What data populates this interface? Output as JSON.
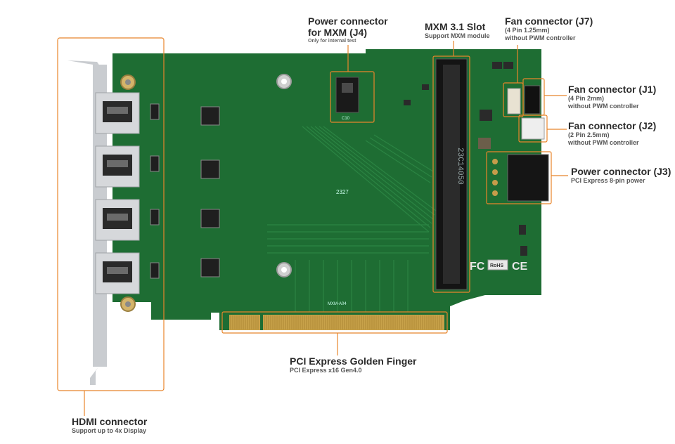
{
  "colors": {
    "accent": "#e8852b",
    "pcb": "#1e6d33",
    "pcb_dark": "#16542a",
    "gold": "#c8a24a",
    "bracket": "#c9ccd0"
  },
  "labels": {
    "j4": {
      "title": "Power connector",
      "title2": "for MXM (J4)",
      "sub": "Only for internal test"
    },
    "mxm": {
      "title": "MXM 3.1 Slot",
      "sub": "Support MXM module"
    },
    "j7": {
      "title": "Fan connector (J7)",
      "sub1": "(4 Pin 1.25mm)",
      "sub2": "without PWM controller"
    },
    "j1": {
      "title": "Fan connector (J1)",
      "sub1": "(4 Pin 2mm)",
      "sub2": "without PWM controller"
    },
    "j2": {
      "title": "Fan connector (J2)",
      "sub1": "(2 Pin 2.5mm)",
      "sub2": "without PWM controller"
    },
    "j3": {
      "title": "Power connector",
      "title_suffix": "(J3)",
      "sub": "PCI Express 8-pin power"
    },
    "gold": {
      "title": "PCI Express Golden Finger",
      "sub": "PCI Express x16 Gen4.0"
    },
    "hdmi": {
      "title": "HDMI connector",
      "sub": "Support up to 4x Display"
    }
  },
  "board_marks": {
    "slot_text": "23C14050",
    "mxm_ref": "MXM-A04",
    "code": "2327",
    "fc": "FC",
    "ce": "CE",
    "rohs": "RoHS",
    "c10": "C10"
  }
}
